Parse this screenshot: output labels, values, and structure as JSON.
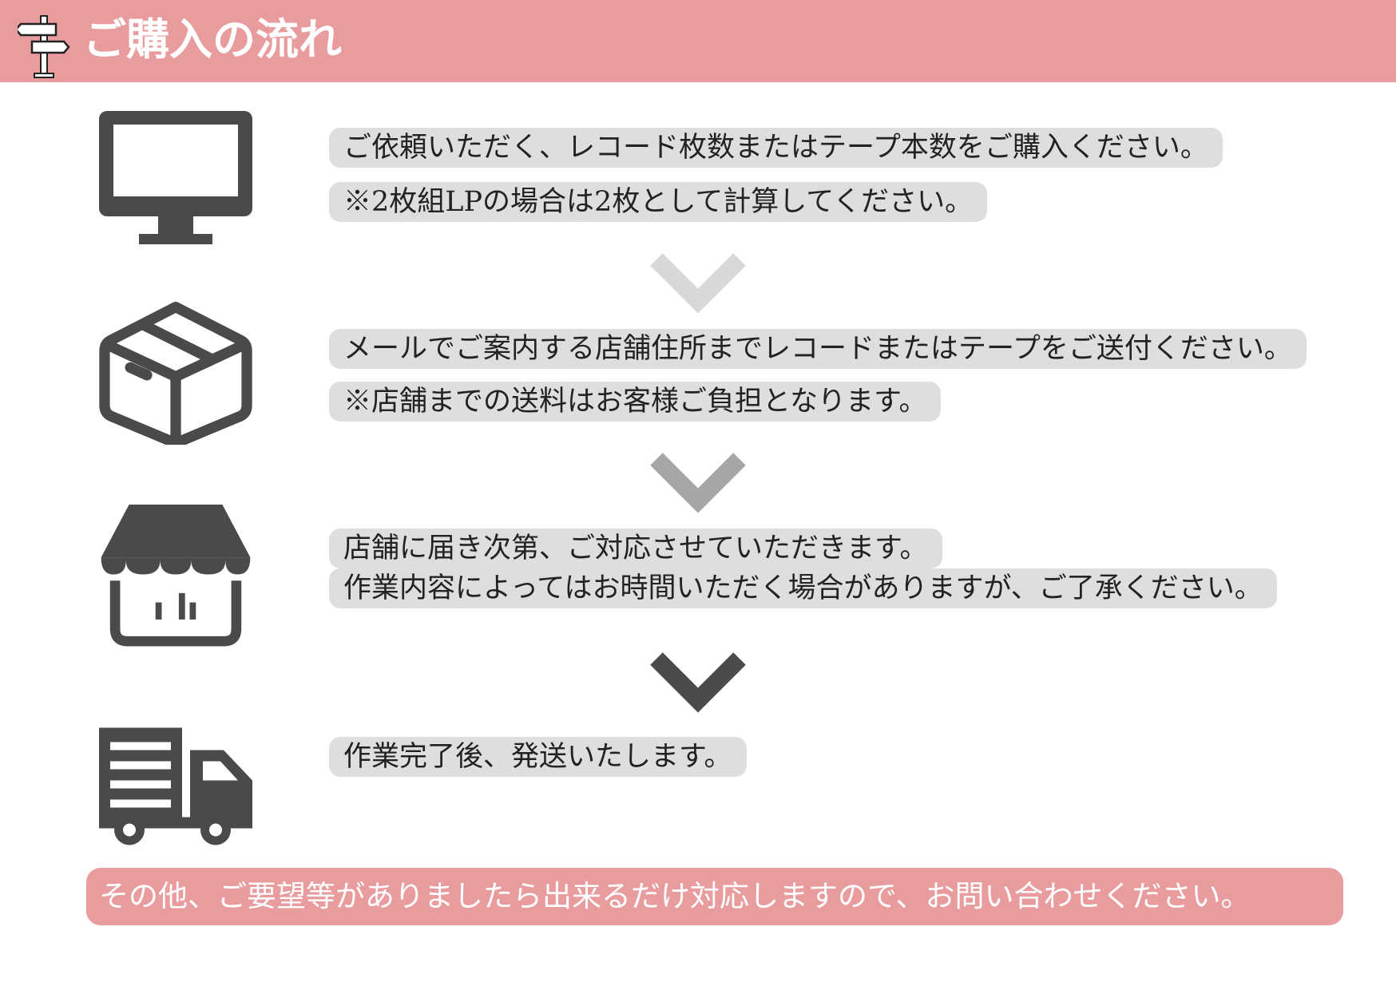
{
  "header": {
    "title": "ご購入の流れ",
    "icon": "signpost-icon",
    "background": "#e89c9e"
  },
  "steps": [
    {
      "icon": "monitor-icon",
      "lines": [
        "ご依頼いただく、レコード枚数またはテープ本数をご購入ください。",
        "※2枚組LPの場合は2枚として計算してください。"
      ]
    },
    {
      "icon": "box-icon",
      "lines": [
        "メールでご案内する店舗住所までレコードまたはテープをご送付ください。",
        "※店舗までの送料はお客様ご負担となります。"
      ]
    },
    {
      "icon": "store-icon",
      "lines": [
        "店舗に届き次第、ご対応させていただきます。",
        "作業内容によってはお時間いただく場合がありますが、ご了承ください。"
      ]
    },
    {
      "icon": "truck-icon",
      "lines": [
        "作業完了後、発送いたします。"
      ]
    }
  ],
  "arrows": [
    {
      "icon": "chevron-down-icon",
      "color": "#d8d8d8"
    },
    {
      "icon": "chevron-down-icon",
      "color": "#a6a6a6"
    },
    {
      "icon": "chevron-down-icon",
      "color": "#4b4b4b"
    }
  ],
  "footer": {
    "text": "その他、ご要望等がありましたら出来るだけ対応しますので、お問い合わせください。",
    "background": "#e89c9e"
  },
  "colors": {
    "icon": "#4a4a4a",
    "bubble": "#dedede",
    "accent": "#e89c9e"
  }
}
